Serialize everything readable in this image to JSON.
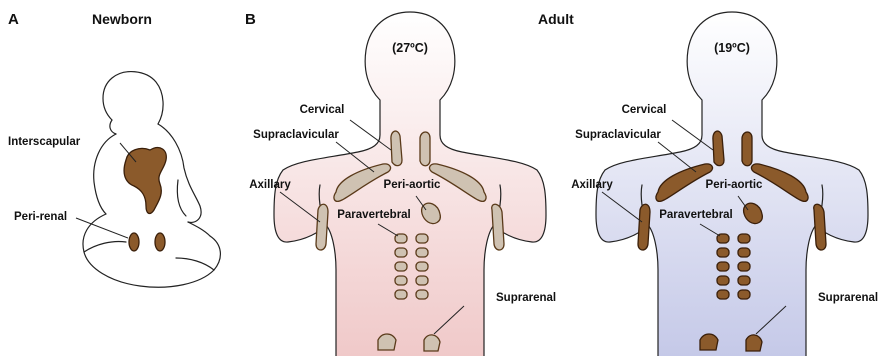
{
  "panel_a": {
    "letter": "A",
    "title": "Newborn",
    "labels": {
      "interscapular": "Interscapular",
      "perirenal": "Peri-renal"
    }
  },
  "panel_b": {
    "letter": "B",
    "title": "Adult",
    "warm": {
      "temperature": "(27ºC)",
      "labels": {
        "cervical": "Cervical",
        "supraclavicular": "Supraclavicular",
        "axillary": "Axillary",
        "periaortic": "Peri-aortic",
        "paravertebral": "Paravertebral",
        "suprarenal": "Suprarenal"
      }
    },
    "cold": {
      "temperature": "(19ºC)",
      "labels": {
        "cervical": "Cervical",
        "supraclavicular": "Supraclavicular",
        "axillary": "Axillary",
        "periaortic": "Peri-aortic",
        "paravertebral": "Paravertebral",
        "suprarenal": "Suprarenal"
      }
    }
  },
  "colors": {
    "warm_tint": "#f1cfcf",
    "cold_tint": "#c9cde9",
    "fat_activated": "#8b5a2b",
    "fat_inactive": "#cfc2b2"
  }
}
